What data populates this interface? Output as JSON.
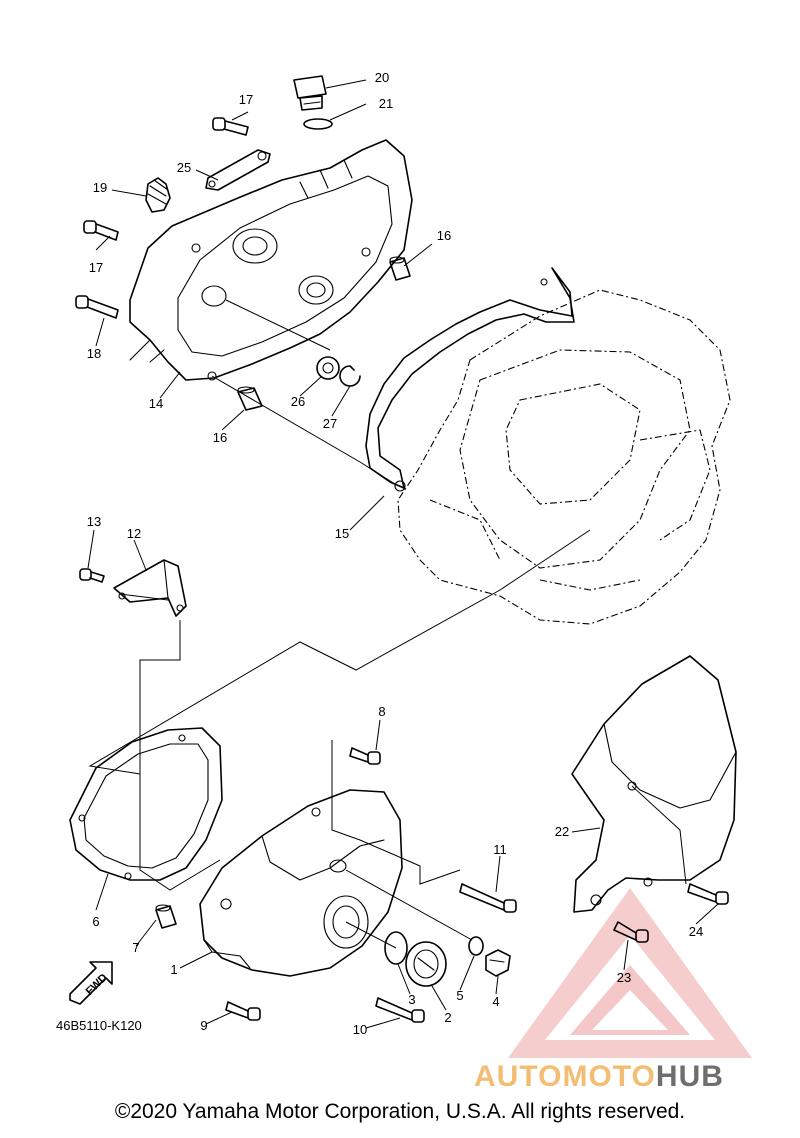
{
  "callouts": {
    "c1": "1",
    "c2": "2",
    "c3": "3",
    "c4": "4",
    "c5": "5",
    "c6": "6",
    "c7": "7",
    "c8": "8",
    "c9": "9",
    "c10": "10",
    "c11": "11",
    "c12": "12",
    "c13": "13",
    "c14": "14",
    "c15": "15",
    "c16a": "16",
    "c16b": "16",
    "c17a": "17",
    "c17b": "17",
    "c18": "18",
    "c19": "19",
    "c20": "20",
    "c21": "21",
    "c22": "22",
    "c23": "23",
    "c24": "24",
    "c25": "25",
    "c26": "26",
    "c27": "27"
  },
  "fwd_label": "FWD",
  "diagram_code": "46B5110-K120",
  "watermark": {
    "part1": "AUTOMOTO",
    "part2": "HUB",
    "color1": "#f2b25c",
    "color2": "#555555",
    "triangle_color": "#e05a5a"
  },
  "copyright": "©2020 Yamaha Motor Corporation, U.S.A. All rights reserved."
}
